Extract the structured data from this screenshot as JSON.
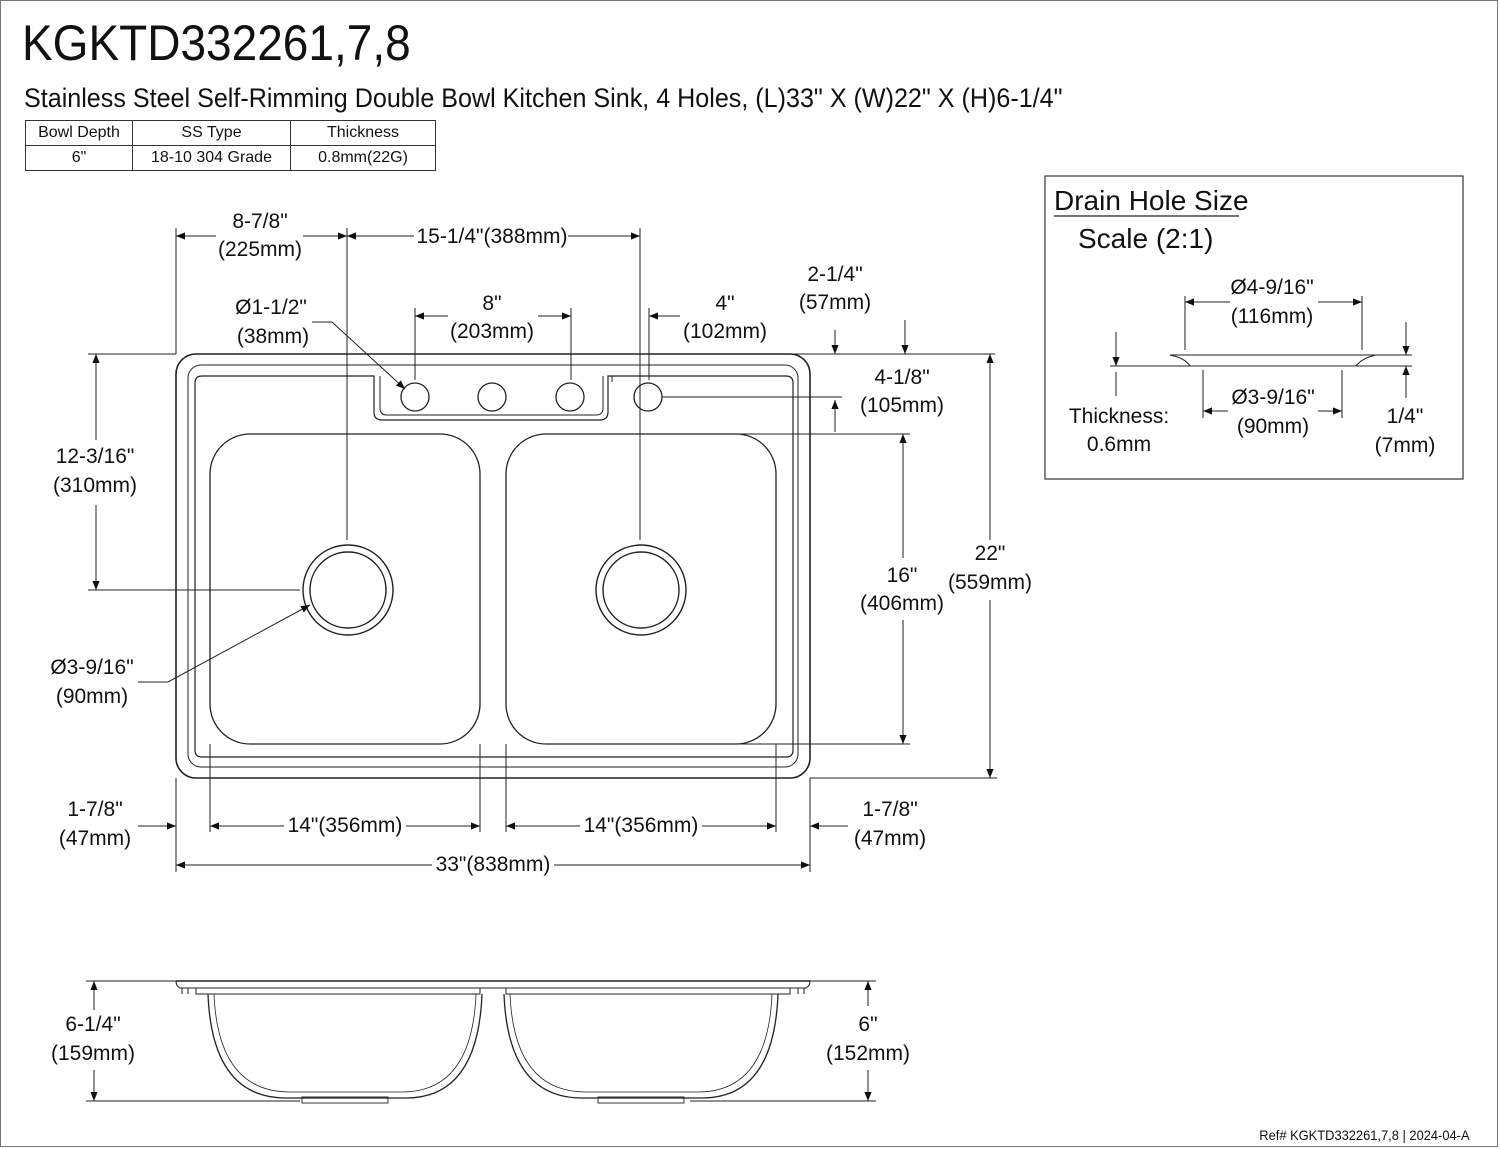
{
  "header": {
    "title": "KGKTD332261,7,8",
    "subtitle": "Stainless Steel Self-Rimming Double Bowl Kitchen Sink, 4 Holes, (L)33\" X (W)22\" X (H)6-1/4\""
  },
  "spec_table": {
    "headers": [
      "Bowl Depth",
      "SS Type",
      "Thickness"
    ],
    "values": [
      "6\"",
      "18-10 304 Grade",
      "0.8mm(22G)"
    ]
  },
  "top_view": {
    "left_edge_to_left_drain": {
      "in": "8-7/8\"",
      "mm": "(225mm)"
    },
    "drain_to_drain": {
      "text": "15-1/4\"(388mm)"
    },
    "faucet_hole_dia": {
      "in": "Ø1-1/2\"",
      "mm": "(38mm)"
    },
    "faucet_span": {
      "in": "8\"",
      "mm": "(203mm)"
    },
    "accessory_hole": {
      "in": "4\"",
      "mm": "(102mm)"
    },
    "rim_width": {
      "in": "2-1/4\"",
      "mm": "(57mm)"
    },
    "hole_from_back": {
      "in": "4-1/8\"",
      "mm": "(105mm)"
    },
    "back_to_drain": {
      "in": "12-3/16\"",
      "mm": "(310mm)"
    },
    "bowl_length": {
      "in": "16\"",
      "mm": "(406mm)"
    },
    "overall_width": {
      "in": "22\"",
      "mm": "(559mm)"
    },
    "drain_dia": {
      "in": "Ø3-9/16\"",
      "mm": "(90mm)"
    },
    "side_rim_left": {
      "in": "1-7/8\"",
      "mm": "(47mm)"
    },
    "side_rim_right": {
      "in": "1-7/8\"",
      "mm": "(47mm)"
    },
    "bowl_width_left": {
      "text": "14\"(356mm)"
    },
    "bowl_width_right": {
      "text": "14\"(356mm)"
    },
    "overall_length": {
      "text": "33\"(838mm)"
    }
  },
  "drain_detail": {
    "title": "Drain Hole Size",
    "scale": "Scale (2:1)",
    "outer_dia": {
      "in": "Ø4-9/16\"",
      "mm": "(116mm)"
    },
    "inner_dia": {
      "in": "Ø3-9/16\"",
      "mm": "(90mm)"
    },
    "thickness_label": "Thickness:",
    "thickness_value": "0.6mm",
    "depth": {
      "in": "1/4\"",
      "mm": "(7mm)"
    }
  },
  "side_view": {
    "overall_height": {
      "in": "6-1/4\"",
      "mm": "(159mm)"
    },
    "bowl_depth": {
      "in": "6\"",
      "mm": "(152mm)"
    }
  },
  "footer": {
    "ref": "Ref# KGKTD332261,7,8 | 2024-04-A"
  }
}
